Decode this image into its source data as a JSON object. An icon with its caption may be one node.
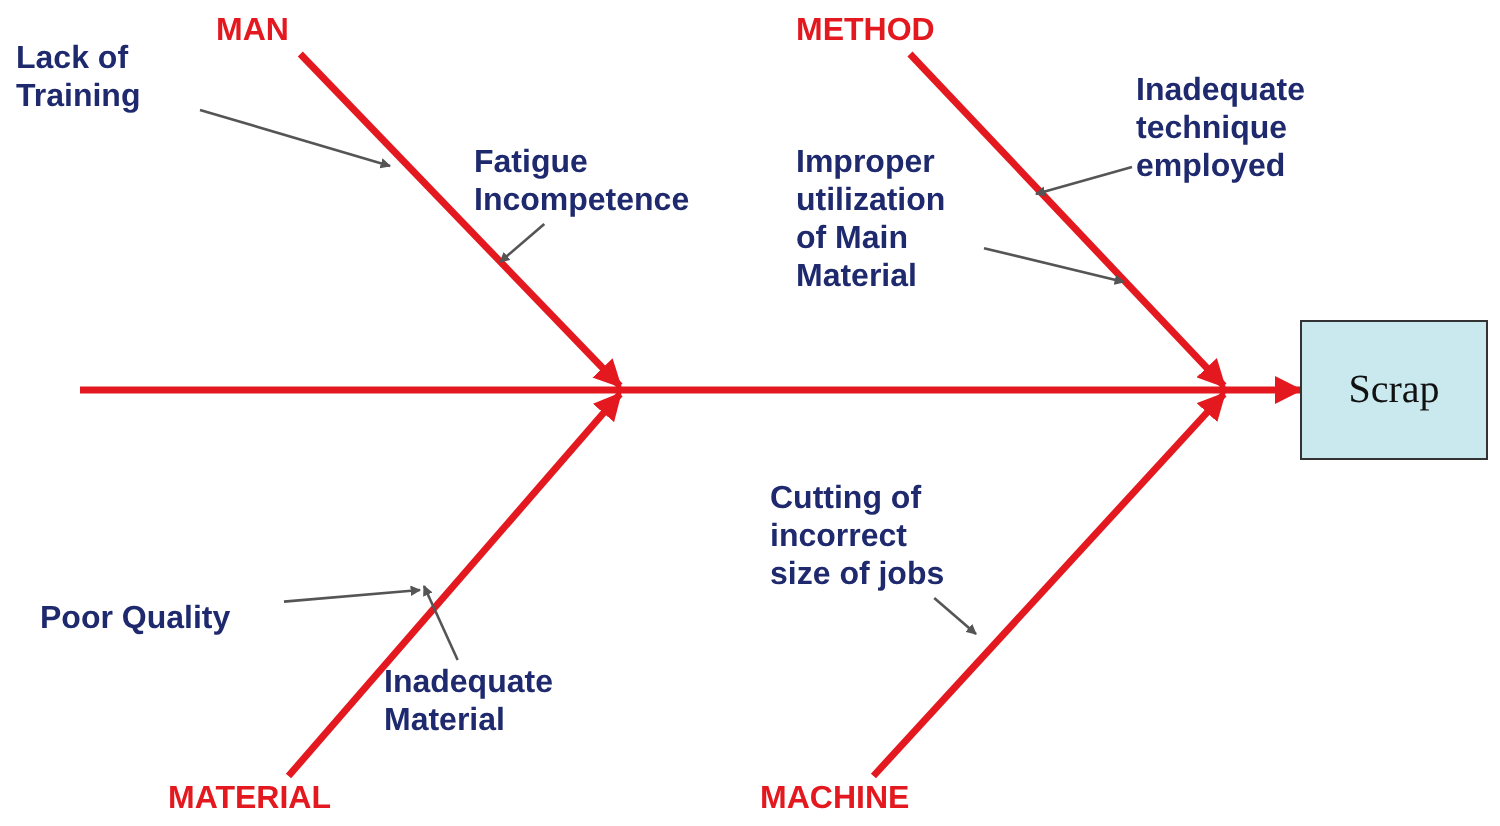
{
  "diagram": {
    "nodes": [
      {
        "text": [
          "MAN"
        ]
      },
      {
        "text": [
          "METHOD"
        ]
      },
      {
        "text": [
          "Lack of Training"
        ]
      },
      {
        "text": [
          "Fatigue Incompetence"
        ]
      },
      {
        "text": [
          "Improper utilization of Main Material"
        ]
      },
      {
        "text": [
          "Inadequate technique employed"
        ]
      },
      {
        "text": [
          "Scrap"
        ]
      },
      {
        "text": [
          "Poor Quality"
        ]
      },
      {
        "text": [
          "Inadequate Material"
        ]
      },
      {
        "text": [
          "Cutting of incorrect size of jobs"
        ]
      },
      {
        "text": [
          "MATERIAL"
        ]
      },
      {
        "text": [
          "MACHINE"
        ]
      }
    ],
    "edges": [
      {
        "from": null,
        "to": 6,
        "arrow": "to",
        "style": "thick",
        "color": "#e3191f"
      },
      {
        "from": 0,
        "to": null,
        "arrow": "to",
        "style": "thick",
        "color": "#e3191f"
      },
      {
        "from": 1,
        "to": null,
        "arrow": "to",
        "style": "thick",
        "color": "#e3191f"
      },
      {
        "from": 10,
        "to": null,
        "arrow": "to",
        "style": "thick",
        "color": "#e3191f"
      },
      {
        "from": 11,
        "to": null,
        "arrow": "to",
        "style": "thick",
        "color": "#e3191f"
      },
      {
        "from": 2,
        "to": null,
        "arrow": "to"
      },
      {
        "from": 3,
        "to": null,
        "arrow": "to"
      },
      {
        "from": 4,
        "to": null,
        "arrow": "to"
      },
      {
        "from": 5,
        "to": null,
        "arrow": "to"
      },
      {
        "from": 7,
        "to": null,
        "arrow": "to"
      },
      {
        "from": 8,
        "to": null,
        "arrow": "to"
      },
      {
        "from": 9,
        "to": null,
        "arrow": "to"
      }
    ]
  }
}
